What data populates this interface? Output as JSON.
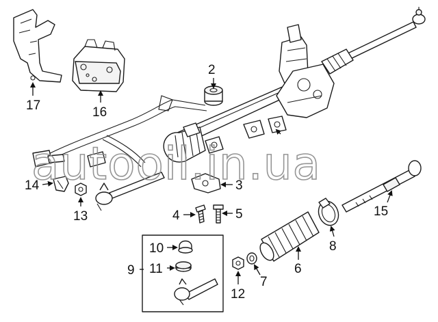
{
  "diagram": {
    "watermark": "autooil.in.ua",
    "callouts": [
      "2",
      "3",
      "4",
      "5",
      "6",
      "7",
      "8",
      "9",
      "10",
      "11",
      "12",
      "13",
      "14",
      "15",
      "16",
      "17"
    ]
  }
}
